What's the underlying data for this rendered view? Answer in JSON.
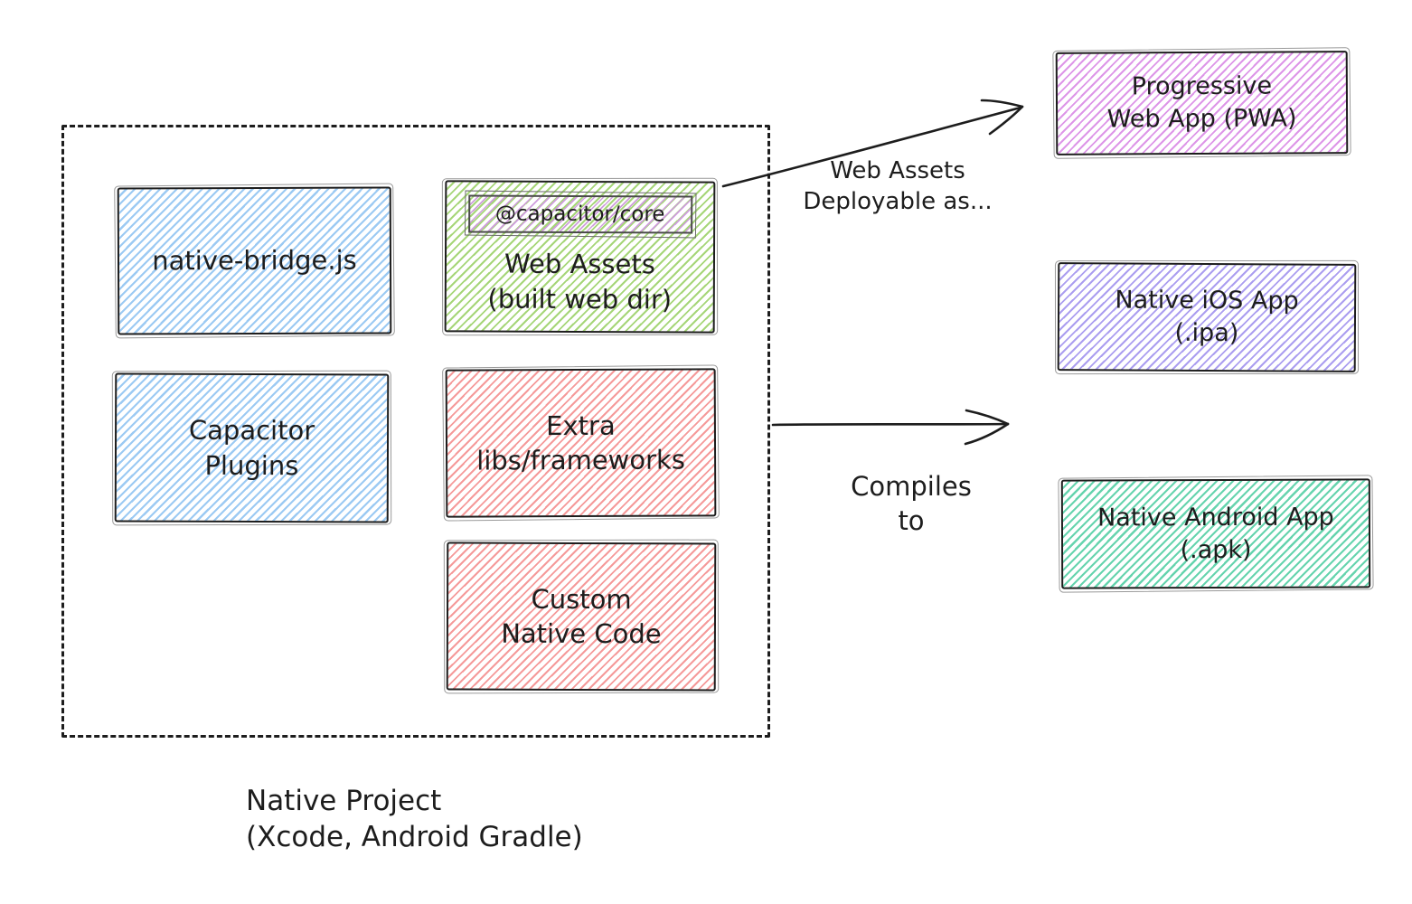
{
  "colors": {
    "ink": "#1d1d1d",
    "blue-hatch": "#9ccaf3",
    "green-hatch": "#a6d678",
    "red-hatch": "#f59a9a",
    "magenta-hatch": "#dd96e8",
    "violet-hatch": "#ab9ef0",
    "teal-hatch": "#66d4ae",
    "badge-violet-hatch": "#cf9ddd"
  },
  "native_project": {
    "caption_line1": "Native Project",
    "caption_line2": "(Xcode, Android Gradle)"
  },
  "boxes": {
    "native_bridge": {
      "label": "native-bridge.js"
    },
    "capacitor_plugins": {
      "line1": "Capacitor",
      "line2": "Plugins"
    },
    "web_assets": {
      "badge": "@capacitor/core",
      "line1": "Web Assets",
      "line2": "(built web dir)"
    },
    "extra_libs": {
      "line1": "Extra",
      "line2": "libs/frameworks"
    },
    "custom_native_code": {
      "line1": "Custom",
      "line2": "Native Code"
    },
    "pwa": {
      "line1": "Progressive",
      "line2": "Web App (PWA)"
    },
    "native_ios": {
      "line1": "Native iOS App",
      "line2": "(.ipa)"
    },
    "native_android": {
      "line1": "Native Android App",
      "line2": "(.apk)"
    }
  },
  "arrows": {
    "deploy": {
      "caption_line1": "Web Assets",
      "caption_line2": "Deployable as..."
    },
    "compile": {
      "caption_line1": "Compiles",
      "caption_line2": "to"
    }
  }
}
